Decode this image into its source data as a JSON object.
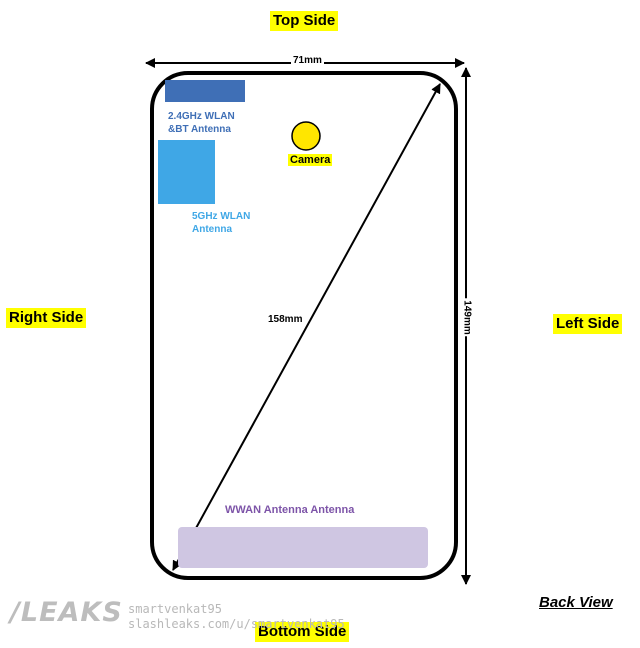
{
  "sides": {
    "top": "Top Side",
    "bottom": "Bottom Side",
    "right": "Right Side",
    "left": "Left Side"
  },
  "dimensions": {
    "width": "71mm",
    "height": "149mm",
    "diagonal": "158mm"
  },
  "components": {
    "wlan24_line1": "2.4GHz WLAN",
    "wlan24_line2": "&BT Antenna",
    "wlan5_line1": "5GHz WLAN",
    "wlan5_line2": "Antenna",
    "camera": "Camera",
    "wwan": "WWAN Antenna Antenna"
  },
  "view_label": "Back View",
  "watermark": {
    "logo": "/LEAKS",
    "handle": "smartvenkat95",
    "url": "slashleaks.com/u/smartvenkat95"
  },
  "colors": {
    "wlan24": "#3f6fb6",
    "wlan5": "#3fa7e6",
    "camera": "#ffe600",
    "wwan": "#cfc6e2",
    "wwan_text": "#7d54a8",
    "highlight": "#ffff00"
  }
}
